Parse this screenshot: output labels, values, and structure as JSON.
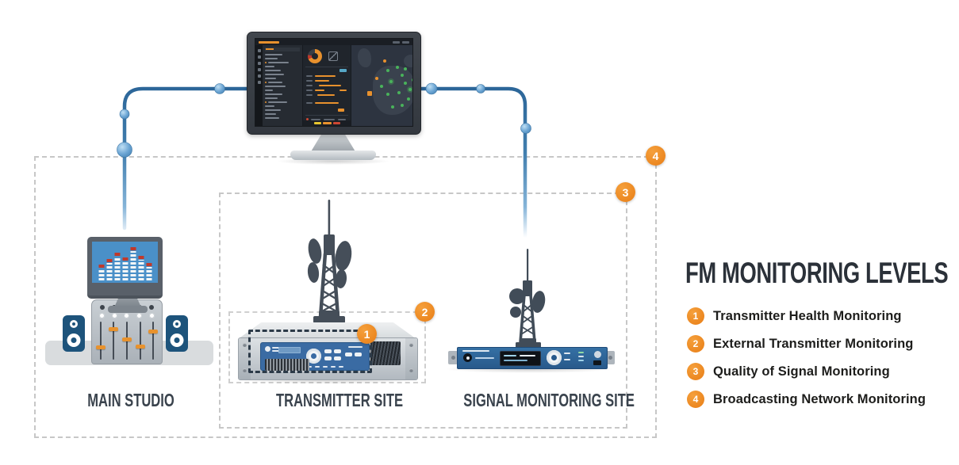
{
  "diagram": {
    "title": "FM MONITORING LEVELS",
    "levels": [
      {
        "num": "1",
        "label": "Transmitter Health Monitoring"
      },
      {
        "num": "2",
        "label": "External Transmitter Monitoring"
      },
      {
        "num": "3",
        "label": "Quality of Signal Monitoring"
      },
      {
        "num": "4",
        "label": "Broadcasting Network Monitoring"
      }
    ],
    "sites": [
      {
        "id": "main-studio",
        "label": "MAIN STUDIO"
      },
      {
        "id": "transmitter-site",
        "label": "TRANSMITTER SITE"
      },
      {
        "id": "signal-monitoring-site",
        "label": "SIGNAL MONITORING SITE"
      }
    ],
    "colors": {
      "accent_orange": "#ee8822",
      "cable_blue": "#3f7fae",
      "label_dark": "#3a434d",
      "dash_gray": "#c7c7c7",
      "dash_dark": "#2c3a48",
      "studio_screen_blue": "#4a90c8",
      "device_panel_blue": "#3a6ba3"
    }
  }
}
